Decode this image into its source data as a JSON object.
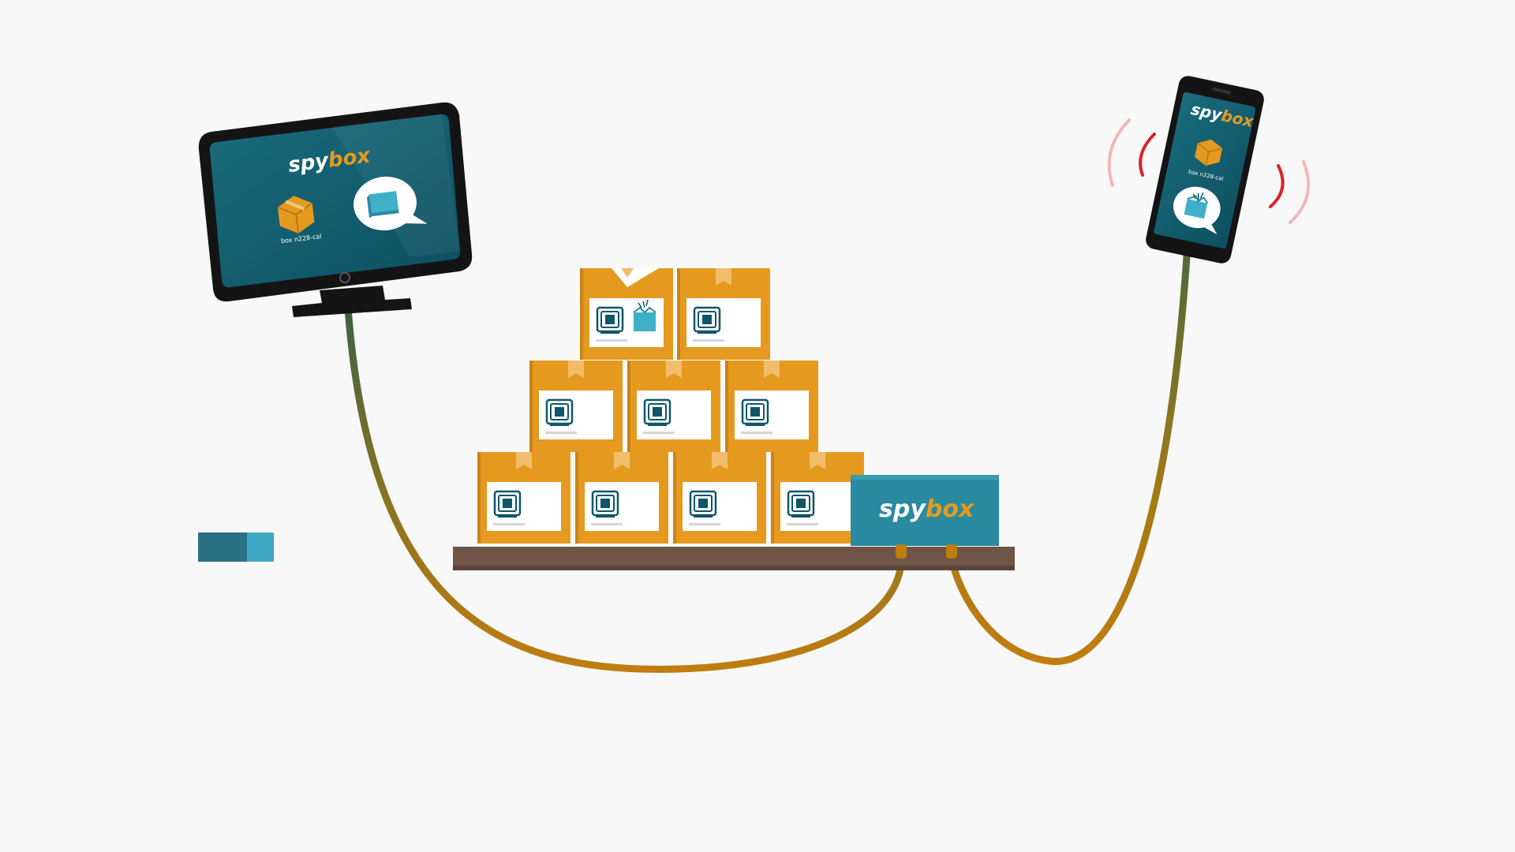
{
  "brand": {
    "name_part1": "spy",
    "name_part2": "bo",
    "name_part3": "x"
  },
  "monitor": {
    "box_caption": "box n228-cal"
  },
  "phone": {
    "box_caption": "box n228-cal"
  },
  "colors": {
    "background": "#f8f8f8",
    "teal_dark": "#0f5668",
    "teal": "#2a8aa0",
    "teal_light": "#3fb0c8",
    "box_orange": "#e59a1f",
    "box_orange_dark": "#c98316",
    "tape": "#f2bd6a",
    "pallet": "#6e5548",
    "cable": "#c07d10",
    "cable_green": "#4d6a3a",
    "alert_red": "#d8232a",
    "device_black": "#141414"
  },
  "icons": {
    "monitor_package": "package-icon",
    "monitor_bubble": "speech-bubble-icon",
    "phone_package": "package-icon",
    "phone_bubble": "opened-box-alert-icon",
    "phone_signal": "vibration-icon",
    "box_chip": "chip-icon",
    "brand_x": "x-mark-icon"
  }
}
